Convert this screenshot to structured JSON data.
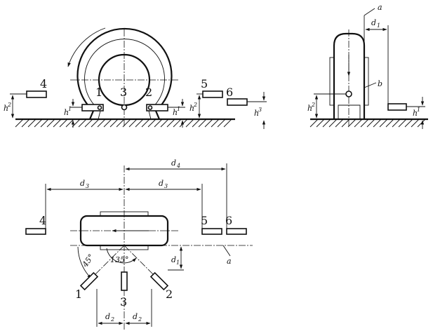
{
  "figure": {
    "labels": {
      "n1": "1",
      "n2": "2",
      "n3": "3",
      "n4": "4",
      "n5": "5",
      "n6": "6",
      "a": "a",
      "b": "b",
      "h1": "h",
      "h1_sub": "1",
      "h2": "h",
      "h2_sub": "2",
      "h3": "h",
      "h3_sub": "3",
      "d1": "d",
      "d1_sub": "1",
      "d2": "d",
      "d2_sub": "2",
      "d3": "d",
      "d3_sub": "3",
      "d4": "d",
      "d4_sub": "4",
      "angle1": "45°",
      "angle2": "135°"
    }
  }
}
